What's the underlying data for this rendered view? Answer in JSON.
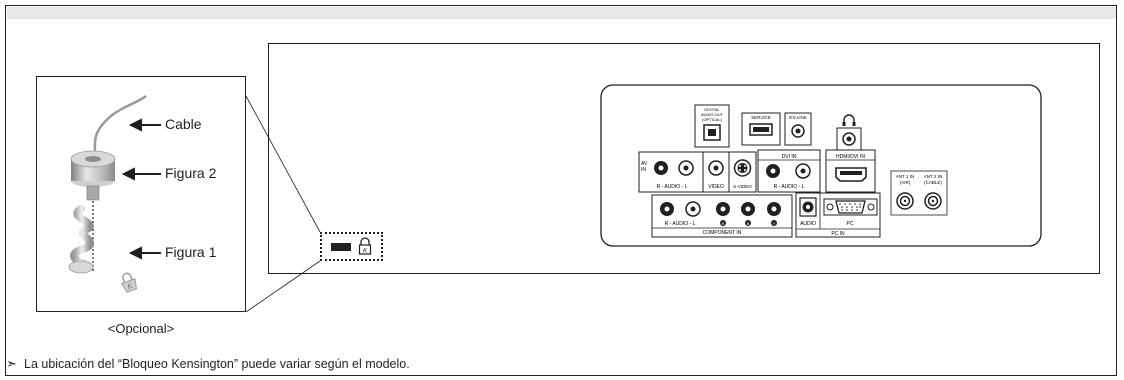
{
  "callouts": {
    "cable": "Cable",
    "figure2": "Figura 2",
    "figure1": "Figura 1"
  },
  "caption": "<Opcional>",
  "note": {
    "arrow": "➣",
    "text": "La ubicación del “Bloqueo Kensington” puede variar según el modelo."
  },
  "rear_panel": {
    "digital_audio_out": [
      "DIGITAL",
      "AUDIO OUT",
      "(OPTICAL)"
    ],
    "service": "SERVICE",
    "ex_link": "EX-LINK",
    "av_in": [
      "AV",
      "IN"
    ],
    "audio_lr": "R - AUDIO - L",
    "video": "VIDEO",
    "s_video": "S-VIDEO",
    "dvi_in": "DVI IN",
    "hdmi_dvi_in": "HDMI/DVI IN",
    "component_in": "COMPONENT IN",
    "pr": "R",
    "pb": "B",
    "y": "Y",
    "audio": "AUDIO",
    "pc": "PC",
    "pc_in": "PC IN",
    "ant1": [
      "ANT 1 IN",
      "(AIR)"
    ],
    "ant2": [
      "ANT 2 IN",
      "(CABLE)"
    ]
  },
  "colors": {
    "line": "#231f20",
    "band": "#e8e8e8"
  }
}
